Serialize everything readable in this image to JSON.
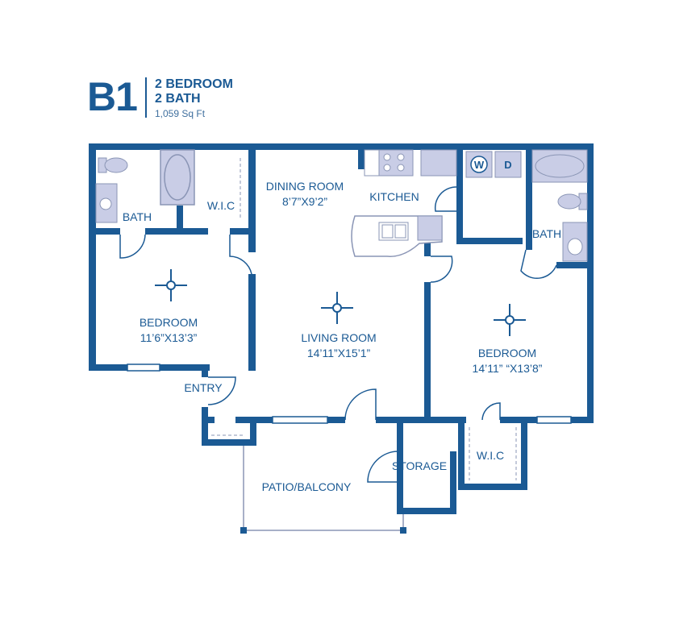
{
  "header": {
    "plan_code": "B1",
    "bedrooms": "2 BEDROOM",
    "bathrooms": "2 BATH",
    "square_feet": "1,059 Sq Ft"
  },
  "rooms": {
    "bath_left": "BATH",
    "wic_top": "W.I.C",
    "dining": "DINING ROOM",
    "dining_size": "8’7”X9’2”",
    "kitchen": "KITCHEN",
    "bath_right": "BATH",
    "bedroom_left": "BEDROOM",
    "bedroom_left_size": "11’6”X13’3”",
    "living": "LIVING ROOM",
    "living_size": "14’11”X15’1”",
    "bedroom_right": "BEDROOM",
    "bedroom_right_size": "14’11” “X13’8”",
    "entry": "ENTRY",
    "storage": "STORAGE",
    "wic_bottom": "W.I.C",
    "patio": "PATIO/BALCONY"
  },
  "appliances": {
    "washer": "W",
    "dryer": "D"
  },
  "colors": {
    "wall": "#1b5a94",
    "fixture": "#c9cde6",
    "outline": "#8a95b5"
  }
}
